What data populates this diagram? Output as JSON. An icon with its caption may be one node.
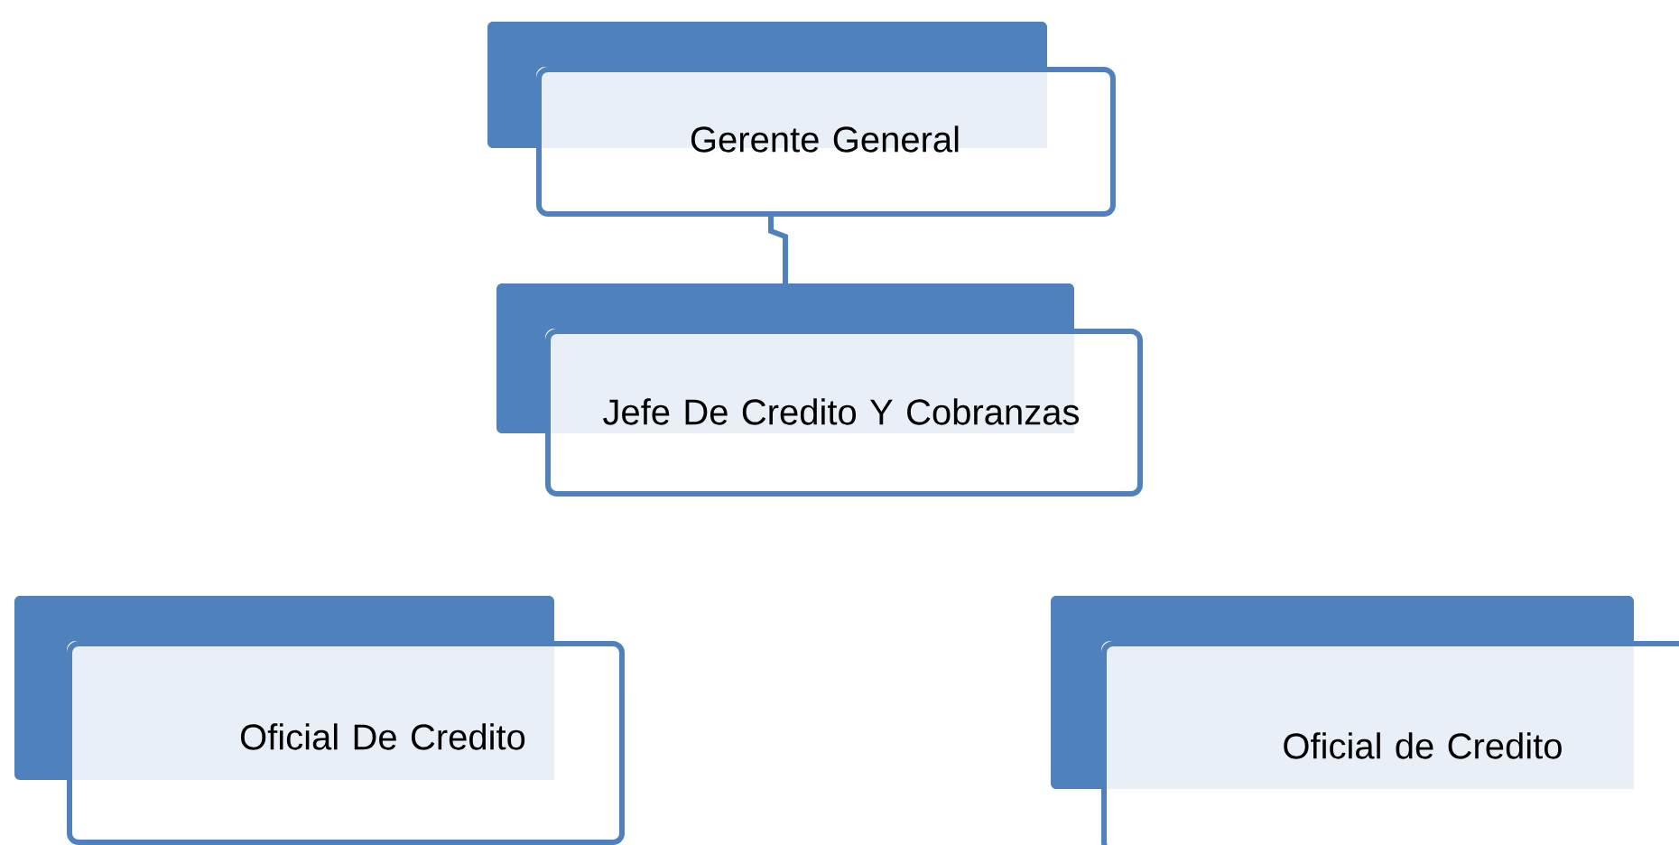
{
  "diagram": {
    "nodes": [
      {
        "text": [
          "Gerente General"
        ]
      },
      {
        "text": [
          "Jefe De Credito Y Cobranzas"
        ]
      },
      {
        "text": [
          "Oficial De Credito"
        ]
      },
      {
        "text": [
          "Oficial de Credito"
        ]
      }
    ],
    "edges": [
      {
        "from": 0,
        "to": 1,
        "arrow": "none"
      }
    ]
  }
}
